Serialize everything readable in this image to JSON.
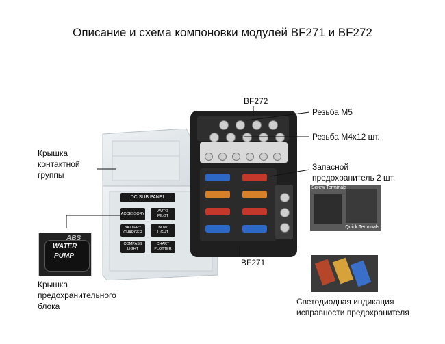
{
  "title": "Описание и схема компоновки модулей BF271 и BF272",
  "labels": {
    "bf272": "BF272",
    "bf271": "BF271",
    "thread_m5": "Резьба М5",
    "thread_m4": "Резьба М4х12 шт.",
    "spare_fuse": [
      "Запасной",
      "предохранитель 2 шт."
    ],
    "cover_contact": [
      "Крышка",
      "контактной",
      "группы"
    ],
    "cover_fuse": [
      "Крышка",
      "предохранительного",
      "блока"
    ],
    "led_indication": [
      "Светодиодная индикация",
      "исправности предохранителя"
    ]
  },
  "inset_terminals": {
    "screw": "Screw Terminals",
    "quick": "Quick Terminals"
  },
  "cover_panel": {
    "header": "DC SUB PANEL",
    "buttons": [
      [
        "ACCESSORY"
      ],
      [
        "AUTO",
        "PILOT"
      ],
      [
        "BATTERY",
        "CHARGER"
      ],
      [
        "BOW",
        "LIGHT"
      ],
      [
        "COMPASS",
        "LIGHT"
      ],
      [
        "CHART",
        "PLOTTER"
      ]
    ]
  },
  "water_pump_label": [
    "WATER",
    "PUMP"
  ],
  "water_pump_fragment": "ABS",
  "colors": {
    "fuse_blue": "#2f6fd8",
    "fuse_red": "#d43a2a",
    "fuse_orange": "#e98a2a",
    "base": "#222222"
  }
}
